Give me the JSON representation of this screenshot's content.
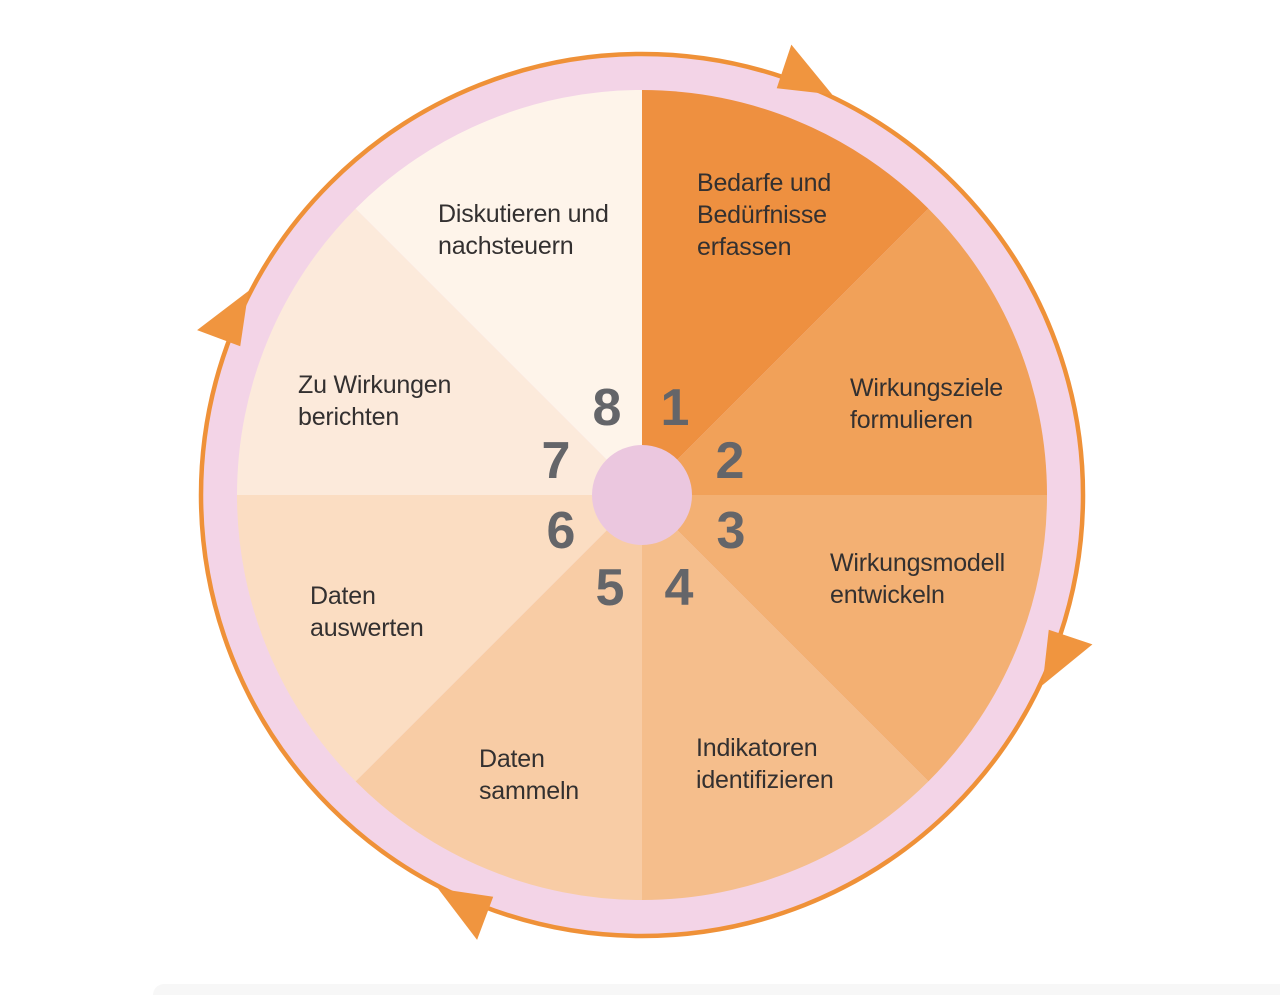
{
  "diagram": {
    "type": "cycle-wheel",
    "steps_count": 8,
    "direction": "clockwise",
    "colors": {
      "ring": "#F3D4E7",
      "hub": "#EBC7DF",
      "outline": "#EF9138",
      "arrow": "#F0953F",
      "number": "#646569",
      "label": "#333030"
    },
    "segments": [
      {
        "number": "1",
        "label": "Bedarfe und\nBedürfnisse\nerfassen",
        "color": "#EE9040"
      },
      {
        "number": "2",
        "label": "Wirkungsziele\nformulieren",
        "color": "#F1A159"
      },
      {
        "number": "3",
        "label": "Wirkungsmodell\nentwickeln",
        "color": "#F3B073"
      },
      {
        "number": "4",
        "label": "Indikatoren\nidentifizieren",
        "color": "#F5BE8C"
      },
      {
        "number": "5",
        "label": "Daten\nsammeln",
        "color": "#F8CCA5"
      },
      {
        "number": "6",
        "label": "Daten\nauswerten",
        "color": "#FBDDC2"
      },
      {
        "number": "7",
        "label": "Zu Wirkungen\nberichten",
        "color": "#FCEADB"
      },
      {
        "number": "8",
        "label": "Diskutieren und\nnachsteuern",
        "color": "#FEF4EA"
      }
    ]
  }
}
